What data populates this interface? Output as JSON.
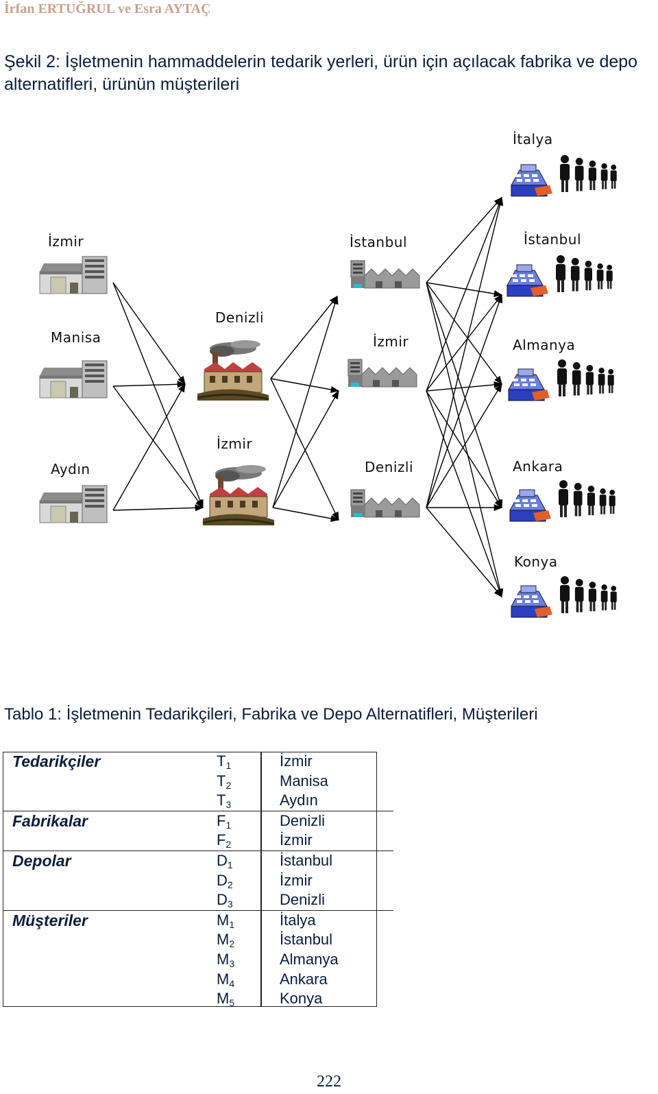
{
  "header": "İrfan ERTUĞRUL ve Esra AYTAÇ",
  "figure_caption": "Şekil 2: İşletmenin hammaddelerin tedarik yerleri, ürün için açılacak fabrika ve depo alternatifleri, ürünün müşterileri",
  "diagram": {
    "suppliers": [
      "İzmir",
      "Manisa",
      "Aydın"
    ],
    "factories": [
      "Denizli",
      "İzmir"
    ],
    "depots": [
      "İstanbul",
      "İzmir",
      "Denizli"
    ],
    "customers": [
      "İtalya",
      "İstanbul",
      "Almanya",
      "Ankara",
      "Konya"
    ]
  },
  "table_caption": "Tablo 1:  İşletmenin Tedarikçileri, Fabrika ve Depo Alternatifleri, Müşterileri",
  "table": {
    "groups": [
      {
        "category": "Tedarikçiler",
        "codes": [
          {
            "l": "T",
            "n": "1"
          },
          {
            "l": "T",
            "n": "2"
          },
          {
            "l": "T",
            "n": "3"
          }
        ],
        "values": [
          "İzmir",
          "Manisa",
          "Aydın"
        ]
      },
      {
        "category": "Fabrikalar",
        "codes": [
          {
            "l": "F",
            "n": "1"
          },
          {
            "l": "F",
            "n": "2"
          }
        ],
        "values": [
          "Denizli",
          "İzmir"
        ]
      },
      {
        "category": "Depolar",
        "codes": [
          {
            "l": "D",
            "n": "1"
          },
          {
            "l": "D",
            "n": "2"
          },
          {
            "l": "D",
            "n": "3"
          }
        ],
        "values": [
          "İstanbul",
          "İzmir",
          "Denizli"
        ]
      },
      {
        "category": "Müşteriler",
        "codes": [
          {
            "l": "M",
            "n": "1"
          },
          {
            "l": "M",
            "n": "2"
          },
          {
            "l": "M",
            "n": "3"
          },
          {
            "l": "M",
            "n": "4"
          },
          {
            "l": "M",
            "n": "5"
          }
        ],
        "values": [
          "İtalya",
          "İstanbul",
          "Almanya",
          "Ankara",
          "Konya"
        ]
      }
    ]
  },
  "page_number": "222",
  "colors": {
    "text": "#0b1d3a",
    "header": "#c9a28c",
    "arrow": "#000000"
  }
}
